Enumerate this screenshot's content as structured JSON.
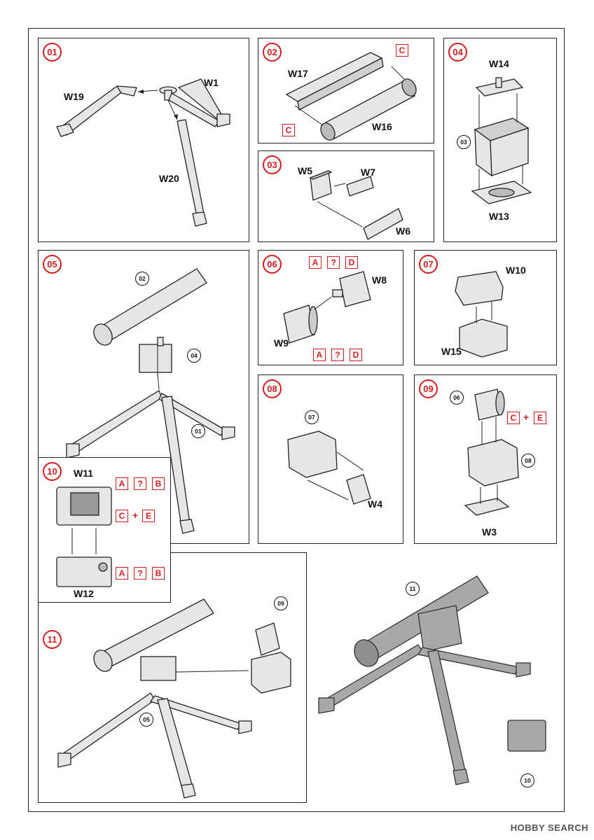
{
  "steps": {
    "s01": {
      "num": "01",
      "parts": [
        "W19",
        "W1",
        "W20"
      ]
    },
    "s02": {
      "num": "02",
      "parts": [
        "W17",
        "W16"
      ],
      "callouts": [
        "C",
        "C"
      ]
    },
    "s03": {
      "num": "03",
      "parts": [
        "W5",
        "W7",
        "W6"
      ]
    },
    "s04": {
      "num": "04",
      "parts": [
        "W14",
        "W13"
      ],
      "ref": "03"
    },
    "s05": {
      "num": "05",
      "refs": [
        "02",
        "04",
        "01"
      ]
    },
    "s06": {
      "num": "06",
      "parts": [
        "W8",
        "W9"
      ],
      "callouts": [
        "A",
        "?",
        "D",
        "A",
        "?",
        "D"
      ]
    },
    "s07": {
      "num": "07",
      "parts": [
        "W10",
        "W15"
      ]
    },
    "s08": {
      "num": "08",
      "parts": [
        "W4"
      ],
      "ref": "07"
    },
    "s09": {
      "num": "09",
      "parts": [
        "W3"
      ],
      "refs": [
        "06",
        "08"
      ],
      "callouts": [
        "C",
        "+",
        "E"
      ]
    },
    "s10": {
      "num": "10",
      "parts": [
        "W11",
        "W12"
      ],
      "callouts": [
        "A",
        "?",
        "B",
        "C",
        "+",
        "E",
        "A",
        "?",
        "B"
      ]
    },
    "s11": {
      "num": "11",
      "refs": [
        "09",
        "05",
        "11",
        "10"
      ]
    }
  },
  "footer": "HOBBY SEARCH",
  "colors": {
    "accent": "#d21e1e",
    "line": "#222222",
    "part_fill": "#e6e6e6",
    "final_fill": "#a8a8a8"
  }
}
